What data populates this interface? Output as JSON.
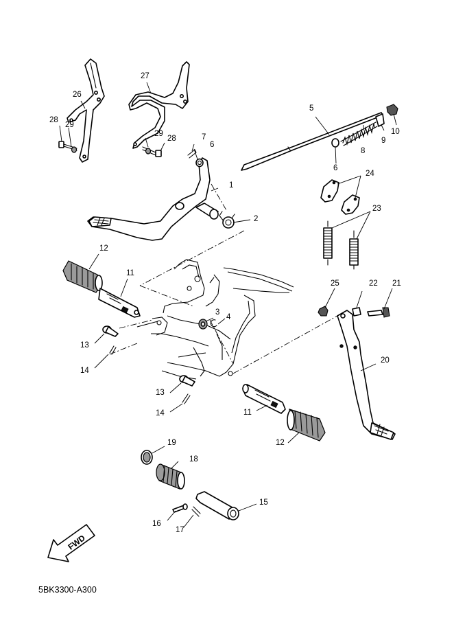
{
  "diagram": {
    "code": "5BK3300-A300",
    "direction_label": "FWD",
    "callouts": [
      {
        "id": "1",
        "text": "1"
      },
      {
        "id": "2",
        "text": "2"
      },
      {
        "id": "3",
        "text": "3"
      },
      {
        "id": "4",
        "text": "4"
      },
      {
        "id": "5",
        "text": "5"
      },
      {
        "id": "6a",
        "text": "6"
      },
      {
        "id": "6b",
        "text": "6"
      },
      {
        "id": "7",
        "text": "7"
      },
      {
        "id": "8",
        "text": "8"
      },
      {
        "id": "9",
        "text": "9"
      },
      {
        "id": "10",
        "text": "10"
      },
      {
        "id": "11a",
        "text": "11"
      },
      {
        "id": "11b",
        "text": "11"
      },
      {
        "id": "12a",
        "text": "12"
      },
      {
        "id": "12b",
        "text": "12"
      },
      {
        "id": "13a",
        "text": "13"
      },
      {
        "id": "13b",
        "text": "13"
      },
      {
        "id": "14a",
        "text": "14"
      },
      {
        "id": "14b",
        "text": "14"
      },
      {
        "id": "15",
        "text": "15"
      },
      {
        "id": "16",
        "text": "16"
      },
      {
        "id": "17",
        "text": "17"
      },
      {
        "id": "18",
        "text": "18"
      },
      {
        "id": "19",
        "text": "19"
      },
      {
        "id": "20",
        "text": "20"
      },
      {
        "id": "21",
        "text": "21"
      },
      {
        "id": "22",
        "text": "22"
      },
      {
        "id": "23",
        "text": "23"
      },
      {
        "id": "24",
        "text": "24"
      },
      {
        "id": "25",
        "text": "25"
      },
      {
        "id": "26",
        "text": "26"
      },
      {
        "id": "27",
        "text": "27"
      },
      {
        "id": "28a",
        "text": "28"
      },
      {
        "id": "28b",
        "text": "28"
      },
      {
        "id": "29a",
        "text": "29"
      },
      {
        "id": "29b",
        "text": "29"
      }
    ]
  }
}
